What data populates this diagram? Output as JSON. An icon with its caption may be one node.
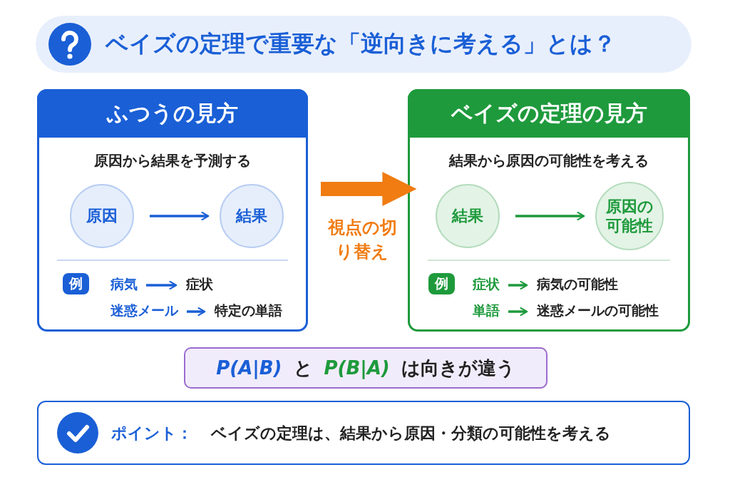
{
  "diagram": {
    "title": "ベイズの定理で重要な「逆向きに考える」とは？",
    "nodes": [
      {
        "text": [
          "ふつうの見方",
          "原因から結果を予測する"
        ]
      },
      {
        "text": [
          "原因"
        ],
        "in": 0
      },
      {
        "text": [
          "結果"
        ],
        "in": 0
      },
      {
        "text": [
          "例"
        ],
        "in": 0
      },
      {
        "text": [
          "病気"
        ],
        "in": 0
      },
      {
        "text": [
          "症状"
        ],
        "in": 0
      },
      {
        "text": [
          "迷惑メール"
        ],
        "in": 0
      },
      {
        "text": [
          "特定の単語"
        ],
        "in": 0
      },
      {
        "text": [
          "ベイズの定理の見方",
          "結果から原因の可能性を考える"
        ]
      },
      {
        "text": [
          "結果"
        ],
        "in": 8
      },
      {
        "text": [
          "原因の可能性"
        ],
        "in": 8
      },
      {
        "text": [
          "例"
        ],
        "in": 8
      },
      {
        "text": [
          "症状"
        ],
        "in": 8
      },
      {
        "text": [
          "病気の可能性"
        ],
        "in": 8
      },
      {
        "text": [
          "単語"
        ],
        "in": 8
      },
      {
        "text": [
          "迷惑メールの可能性"
        ],
        "in": 8
      },
      {
        "text": [
          "P(A|B)",
          "と",
          "P(B|A)",
          "は向きが違う"
        ]
      },
      {
        "text": [
          "ポイント：",
          "ベイズの定理は、結果から原因・分類の可能性を考える"
        ]
      }
    ],
    "edges": [
      {
        "from": 1,
        "to": 2,
        "arrow": "to",
        "color": "#1a5fd6"
      },
      {
        "from": 4,
        "to": 5,
        "arrow": "to",
        "color": "#1a5fd6"
      },
      {
        "from": 6,
        "to": 7,
        "arrow": "to",
        "color": "#1a5fd6"
      },
      {
        "from": 0,
        "to": 8,
        "arrow": "to",
        "label": "視点の切り替え",
        "style": "thick",
        "color": "#f07c12"
      },
      {
        "from": 9,
        "to": 10,
        "arrow": "to",
        "color": "#1e9a3c"
      },
      {
        "from": 12,
        "to": 13,
        "arrow": "to",
        "color": "#1e9a3c"
      },
      {
        "from": 14,
        "to": 15,
        "arrow": "to",
        "color": "#1e9a3c"
      }
    ]
  }
}
